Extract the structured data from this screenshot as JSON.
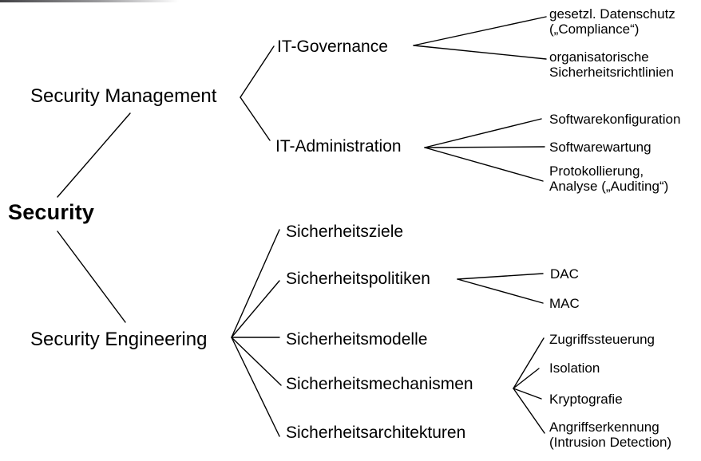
{
  "diagram": {
    "type": "tree",
    "orientation": "left-to-right",
    "colors": {
      "background": "#ffffff",
      "line": "#000000",
      "text": "#000000"
    },
    "tree": {
      "root": {
        "label": "Security"
      },
      "branches": [
        {
          "label": "Security Management",
          "children": [
            {
              "label": "IT-Governance",
              "leaves": [
                {
                  "line1": "gesetzl. Datenschutz",
                  "line2": "(„Compliance“)"
                },
                {
                  "line1": "organisatorische",
                  "line2": "Sicherheitsrichtlinien"
                }
              ]
            },
            {
              "label": "IT-Administration",
              "leaves": [
                {
                  "line1": "Softwarekonfiguration"
                },
                {
                  "line1": "Softwarewartung"
                },
                {
                  "line1": "Protokollierung,",
                  "line2": "Analyse („Auditing“)"
                }
              ]
            }
          ]
        },
        {
          "label": "Security Engineering",
          "children": [
            {
              "label": "Sicherheitsziele",
              "leaves": []
            },
            {
              "label": "Sicherheitspolitiken",
              "leaves": [
                {
                  "line1": "DAC"
                },
                {
                  "line1": "MAC"
                }
              ]
            },
            {
              "label": "Sicherheitsmodelle",
              "leaves": []
            },
            {
              "label": "Sicherheitsmechanismen",
              "leaves": [
                {
                  "line1": "Zugriffssteuerung"
                },
                {
                  "line1": "Isolation"
                },
                {
                  "line1": "Kryptografie"
                },
                {
                  "line1": "Angriffserkennung",
                  "line2": "(Intrusion Detection)"
                }
              ]
            },
            {
              "label": "Sicherheitsarchitekturen",
              "leaves": []
            }
          ]
        }
      ]
    }
  }
}
